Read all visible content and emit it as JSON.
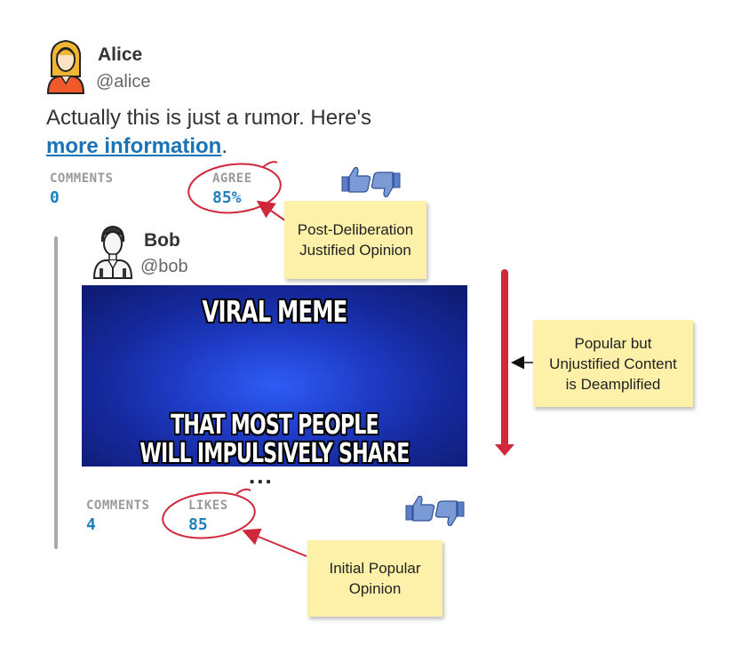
{
  "alice": {
    "name": "Alice",
    "handle": "@alice",
    "text": "Actually this is just a rumor. Here's",
    "link": "more information",
    "link_suffix": ".",
    "comments_label": "COMMENTS",
    "comments_value": "0",
    "agree_label": "AGREE",
    "agree_value": "85%"
  },
  "bob": {
    "name": "Bob",
    "handle": "@bob",
    "meme_top": "VIRAL MEME",
    "meme_bottom_1": "THAT MOST PEOPLE",
    "meme_bottom_2": "WILL IMPULSIVELY SHARE",
    "ellipsis": "...",
    "comments_label": "COMMENTS",
    "comments_value": "4",
    "likes_label": "LIKES",
    "likes_value": "85"
  },
  "notes": {
    "post_deliberation": [
      "Post-Deliberation",
      "Justified Opinion"
    ],
    "deamplified": [
      "Popular but",
      "Unjustified Content",
      "is Deamplified"
    ],
    "initial_popular": [
      "Initial Popular",
      "Opinion"
    ]
  },
  "colors": {
    "annotation_red": "#d0283a",
    "link_blue": "#1a73b5",
    "stat_blue": "#1f80c0",
    "note_yellow": "#fdf0a8",
    "thumb_blue": "#5b7fc7"
  },
  "icons": {
    "alice_avatar": "woman-avatar-icon",
    "bob_avatar": "man-avatar-icon",
    "vote": "thumbs-up-down-icon"
  }
}
